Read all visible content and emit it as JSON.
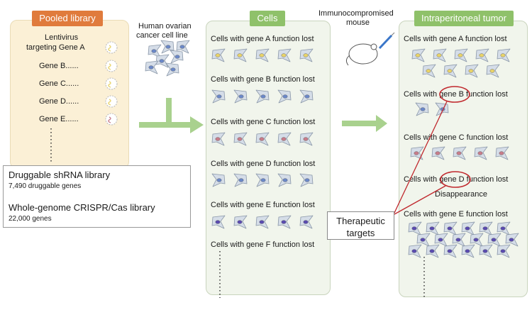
{
  "pooled_library": {
    "title": "Pooled library",
    "lentivirus_line1": "Lentivirus",
    "lentivirus_line2": "targeting Gene A",
    "genes": [
      "Gene B......",
      "Gene C......",
      "Gene D......",
      "Gene E......"
    ]
  },
  "cell_line": {
    "line1": "Human ovarian",
    "line2": "cancer cell line"
  },
  "mouse": {
    "line1": "Immunocompromised",
    "line2": "mouse"
  },
  "cells_panel": {
    "title": "Cells",
    "rows": [
      "Cells with gene A function lost",
      "Cells with gene B function lost",
      "Cells with gene C function lost",
      "Cells with gene D function lost",
      "Cells with gene E function lost",
      "Cells with gene F function lost"
    ]
  },
  "tumor_panel": {
    "title": "Intraperitoneal tumor",
    "row_a": "Cells with gene A function lost",
    "row_b_pre": "Cells with ",
    "row_b_gene": "gene B",
    "row_b_post": " function lost",
    "row_c": "Cells with gene C function lost",
    "row_d_pre": "Cells with ",
    "row_d_gene": "gene D",
    "row_d_post": " function lost",
    "disappearance": "Disappearance",
    "row_e": "Cells with gene E function lost"
  },
  "legend": {
    "shrna_title": "Druggable shRNA library",
    "shrna_sub": "7,490 druggable genes",
    "crispr_title": "Whole-genome CRISPR/Cas library",
    "crispr_sub": "22,000 genes"
  },
  "therapeutic": {
    "line1": "Therapeutic",
    "line2": "targets"
  },
  "colors": {
    "pooled_header": "#e07b3c",
    "pooled_panel": "#fbf0d6",
    "green_header": "#8fc16a",
    "green_panel": "#f1f5ec",
    "arrow_green": "#a9d18e",
    "cell_body": "#d5dde8",
    "nucleus_a": "#e8d36a",
    "nucleus_b": "#6b88c8",
    "nucleus_c": "#c77d8a",
    "nucleus_e": "#5a4bb0",
    "highlight_red": "#c0282d"
  }
}
